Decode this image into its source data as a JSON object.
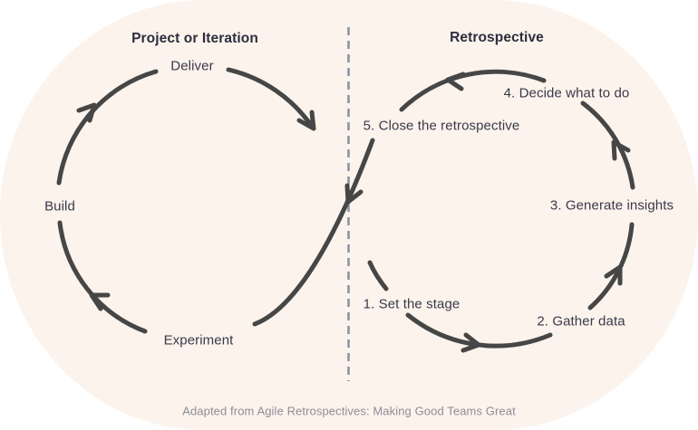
{
  "colors": {
    "background": "#ffffff",
    "blob": "#fbf3ec",
    "arrow": "#464646",
    "text": "#39394a",
    "title": "#2d2d3f",
    "caption": "#8d8d98",
    "divider": "#8995a3"
  },
  "left_cycle": {
    "title": "Project or Iteration",
    "nodes": [
      {
        "label": "Deliver"
      },
      {
        "label": "Build"
      },
      {
        "label": "Experiment"
      }
    ]
  },
  "right_cycle": {
    "title": "Retrospective",
    "steps": [
      {
        "label": "1. Set the stage"
      },
      {
        "label": "2. Gather data"
      },
      {
        "label": "3. Generate insights"
      },
      {
        "label": "4. Decide what to do"
      },
      {
        "label": "5. Close the retrospective"
      }
    ]
  },
  "caption": "Adapted from Agile Retrospectives: Making Good Teams Great"
}
